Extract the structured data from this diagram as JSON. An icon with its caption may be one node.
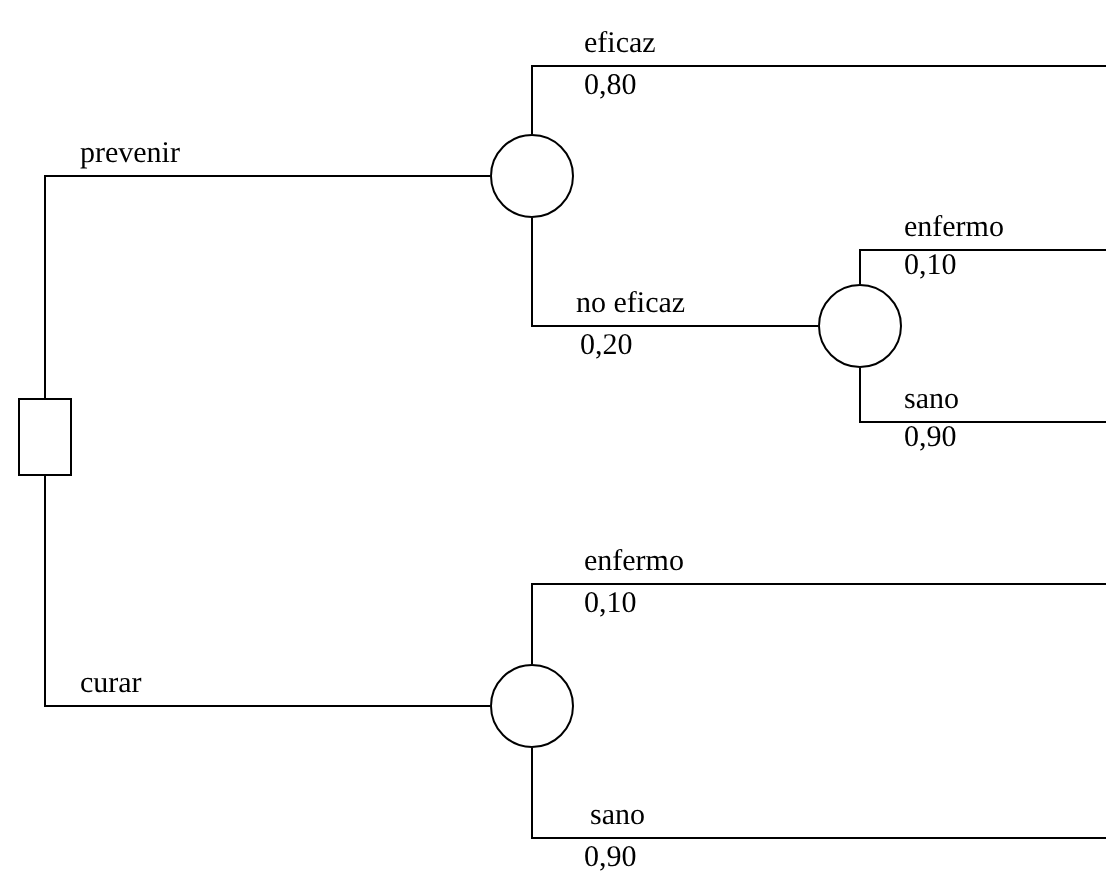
{
  "diagram": {
    "nodes": [
      {
        "text": [],
        "shape": "box"
      },
      {
        "text": [],
        "shape": "circle"
      },
      {
        "text": [],
        "shape": "circle"
      },
      {
        "text": [],
        "shape": "circle"
      }
    ],
    "edges": [
      {
        "from": 0,
        "to": 1,
        "arrow": "none",
        "label": "prevenir"
      },
      {
        "from": 0,
        "to": 3,
        "arrow": "none",
        "label": "curar"
      },
      {
        "from": 1,
        "to": null,
        "arrow": "none",
        "label": "eficaz"
      },
      {
        "from": 1,
        "to": 2,
        "arrow": "none",
        "label": "no eficaz"
      },
      {
        "from": 2,
        "to": null,
        "arrow": "none",
        "label": "enfermo"
      },
      {
        "from": 2,
        "to": null,
        "arrow": "none",
        "label": "sano"
      },
      {
        "from": 3,
        "to": null,
        "arrow": "none",
        "label": "enfermo"
      },
      {
        "from": 3,
        "to": null,
        "arrow": "none",
        "label": "sano"
      }
    ],
    "labels": [
      "0,80",
      "0,10",
      "0,20",
      "0,90",
      "0,10",
      "0,90"
    ]
  }
}
